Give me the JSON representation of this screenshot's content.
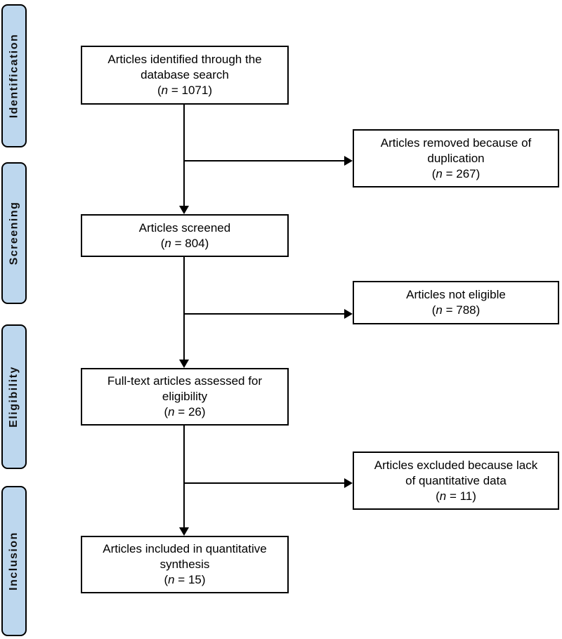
{
  "diagram": {
    "type": "prisma-flowchart",
    "stages": [
      {
        "label": "Identification"
      },
      {
        "label": "Screening"
      },
      {
        "label": "Eligibility"
      },
      {
        "label": "Inclusion"
      }
    ],
    "format": {
      "open_paren": "(",
      "n_symbol": "n",
      "equals": " = ",
      "close_paren": ")"
    },
    "main_boxes": [
      {
        "line1": "Articles identified through the",
        "line2": "database search",
        "n": "1071"
      },
      {
        "line1": "Articles screened",
        "line2": "",
        "n": "804"
      },
      {
        "line1": "Full-text articles assessed for",
        "line2": "eligibility",
        "n": "26"
      },
      {
        "line1": "Articles included in quantitative",
        "line2": "synthesis",
        "n": "15"
      }
    ],
    "side_boxes": [
      {
        "line1": "Articles removed because of",
        "line2": "duplication",
        "n": "267"
      },
      {
        "line1": "Articles not eligible",
        "line2": "",
        "n": "788"
      },
      {
        "line1": "Articles excluded because lack",
        "line2": "of quantitative data",
        "n": "11"
      }
    ],
    "colors": {
      "stage_fill": "#bdd7ee",
      "stage_border": "#000000",
      "box_border": "#000000",
      "box_fill": "#ffffff",
      "arrow": "#000000",
      "background": "#ffffff"
    }
  }
}
